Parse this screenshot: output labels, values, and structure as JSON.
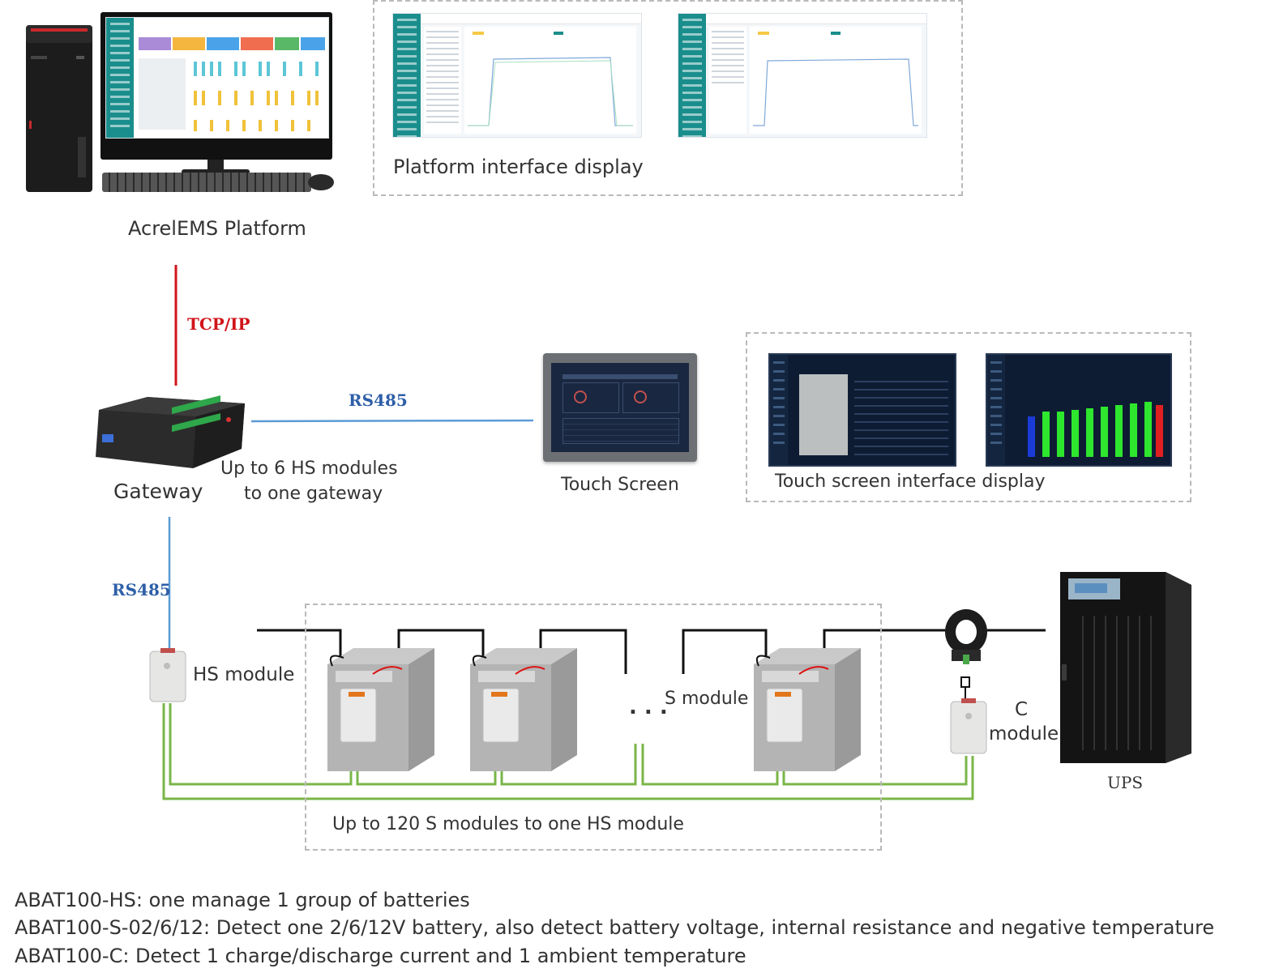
{
  "labels": {
    "platform": "AcrelEMS Platform",
    "platform_display": "Platform interface display",
    "tcpip": "TCP/IP",
    "rs485_top": "RS485",
    "rs485_left": "RS485",
    "gateway": "Gateway",
    "gateway_note_1": "Up to 6 HS modules",
    "gateway_note_2": "to one gateway",
    "touch_screen": "Touch Screen",
    "touch_display": "Touch screen interface display",
    "hs_module": "HS module",
    "s_module": "S module",
    "c_module_1": "C",
    "c_module_2": "module",
    "ups": "UPS",
    "s_note": "Up to 120 S modules to one HS module",
    "ellipsis": ". . ."
  },
  "descriptions": [
    "ABAT100-HS: one manage 1 group of batteries",
    "ABAT100-S-02/6/12: Detect one 2/6/12V battery, also detect battery voltage, internal resistance and negative temperature",
    "ABAT100-C: Detect 1 charge/discharge current and 1 ambient temperature"
  ],
  "colors": {
    "tcpip_line": "#d0141a",
    "rs485_line": "#5b9bd5",
    "signal_line": "#7ab648",
    "power_line": "#111111",
    "rs485_text": "#2e5fa8",
    "accent_teal": "#1a8e8c"
  },
  "icons": {
    "computer": "desktop-computer-icon",
    "gateway": "gateway-device-icon",
    "touch_screen": "touch-panel-icon",
    "battery": "battery-icon",
    "sensor": "current-sensor-icon",
    "ups": "ups-cabinet-icon"
  }
}
